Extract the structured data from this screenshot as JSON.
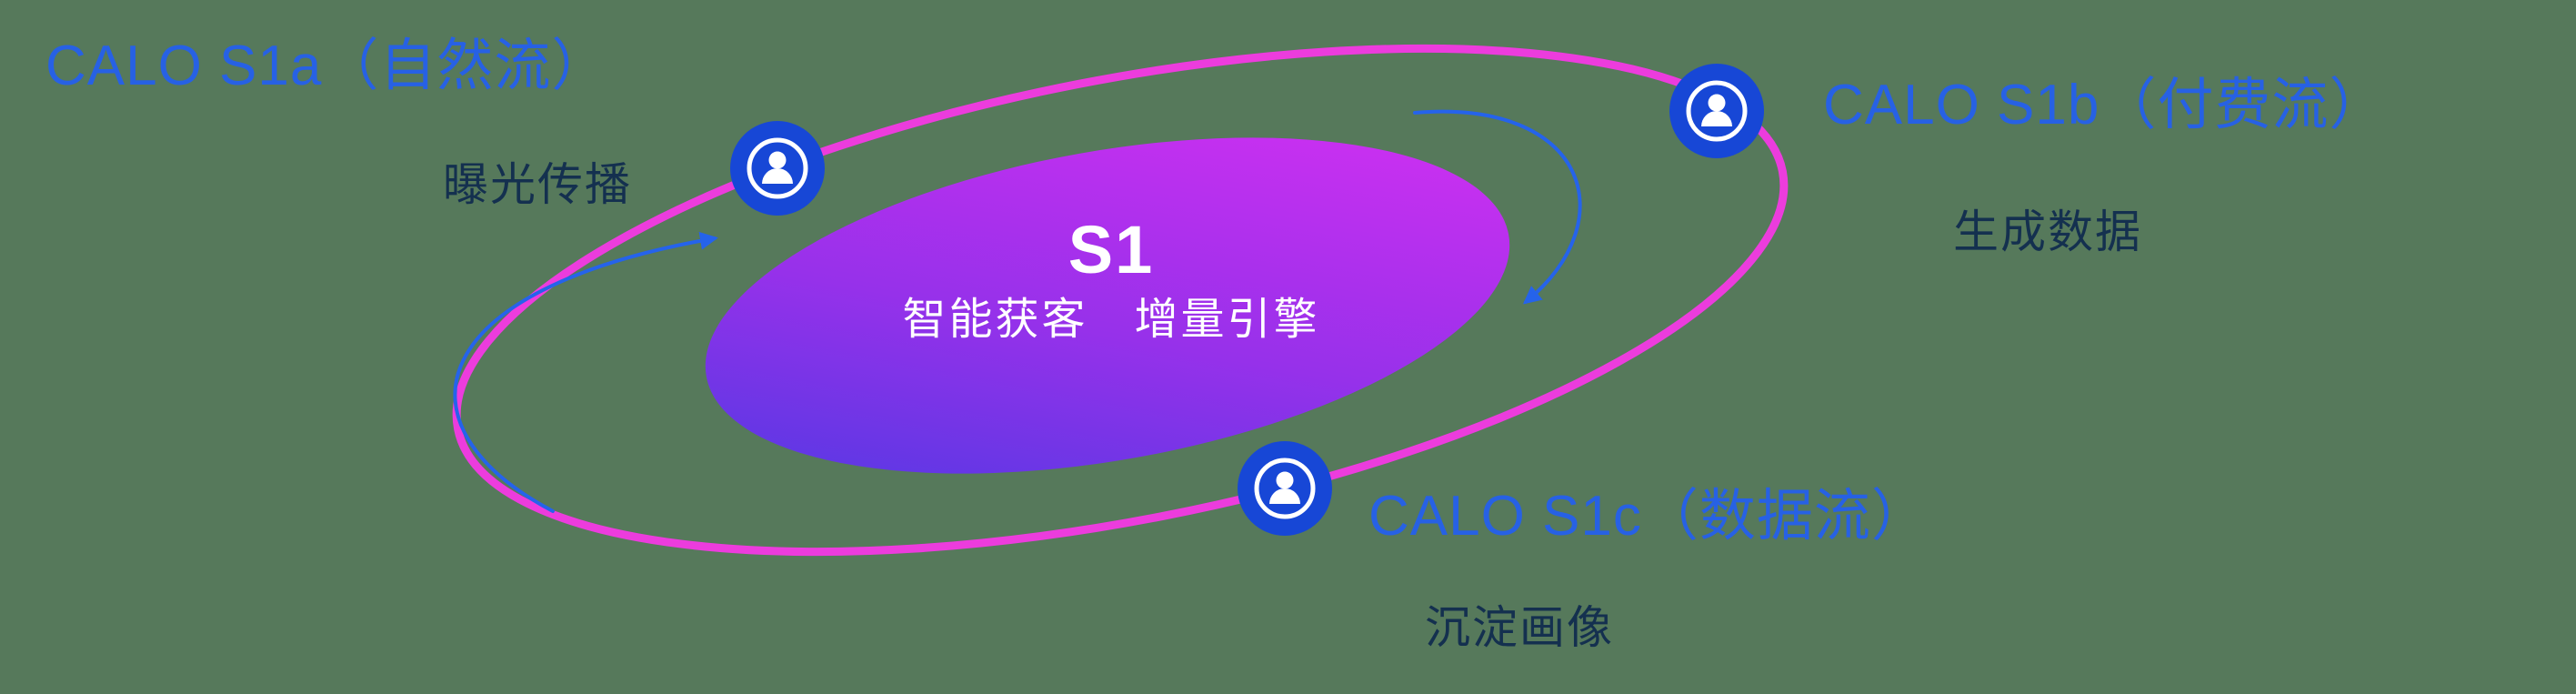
{
  "diagram": {
    "background_color": "#56795b",
    "center": {
      "title": "S1",
      "subtitle": "智能获客　增量引擎"
    },
    "nodes": [
      {
        "id": "calo-s1a",
        "label": "CALO S1a（自然流）",
        "sublabel": "曝光传播",
        "icon": "user-circle-icon"
      },
      {
        "id": "calo-s1b",
        "label": "CALO S1b（付费流）",
        "sublabel": "生成数据",
        "icon": "user-circle-icon"
      },
      {
        "id": "calo-s1c",
        "label": "CALO S1c（数据流）",
        "sublabel": "沉淀画像",
        "icon": "user-circle-icon"
      }
    ],
    "colors": {
      "node_label_blue": "#2761e4",
      "sublabel_dark": "#14304f",
      "orbit_magenta": "#ec3cdd",
      "core_gradient_start": "#4a3ae2",
      "core_gradient_mid": "#9631ea",
      "core_gradient_end": "#d92ff2",
      "icon_background_blue": "#1747d6",
      "arrow_blue": "#2563eb",
      "center_text": "#ffffff"
    }
  }
}
